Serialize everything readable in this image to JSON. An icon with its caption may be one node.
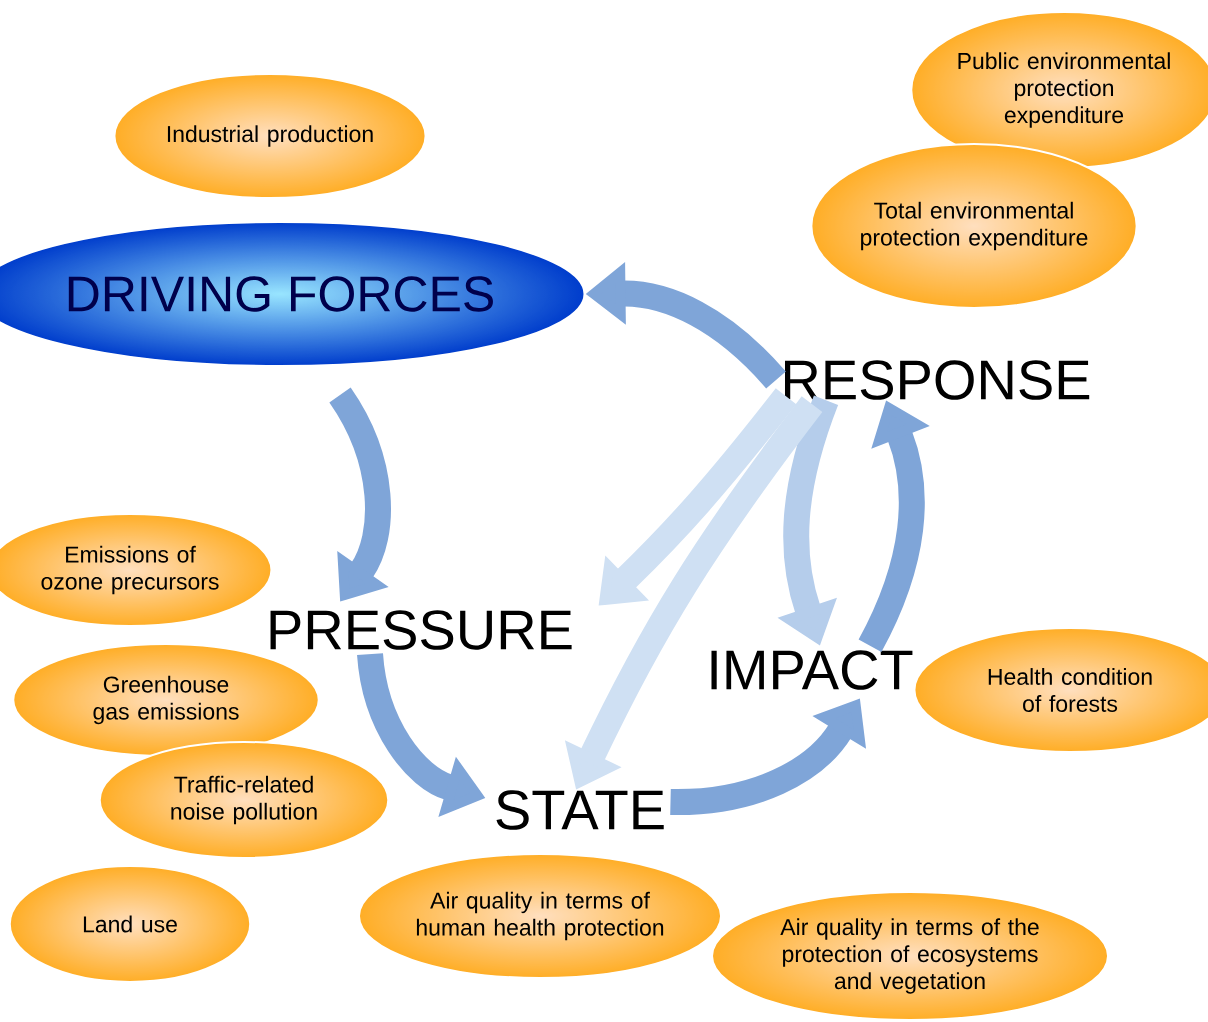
{
  "diagram": {
    "nodes": [
      {
        "text": [
          "Industrial production"
        ]
      },
      {
        "text": [
          "DRIVING FORCES"
        ]
      },
      {
        "text": [
          "Public environmental protection expenditure"
        ]
      },
      {
        "text": [
          "Total environmental protection expenditure"
        ]
      },
      {
        "text": [
          "RESPONSE"
        ]
      },
      {
        "text": [
          "Emissions of ozone precursors"
        ]
      },
      {
        "text": [
          "PRESSURE"
        ]
      },
      {
        "text": [
          "Greenhouse gas emissions"
        ]
      },
      {
        "text": [
          "IMPACT"
        ]
      },
      {
        "text": [
          "Health condition of forests"
        ]
      },
      {
        "text": [
          "Traffic-related noise pollution"
        ]
      },
      {
        "text": [
          "STATE"
        ]
      },
      {
        "text": [
          "Land use"
        ]
      },
      {
        "text": [
          "Air quality in terms of human health protection"
        ]
      },
      {
        "text": [
          "Air quality in terms of the protection of ecosystems and vegetation"
        ]
      }
    ],
    "edges": [
      {
        "from": 4,
        "to": 1,
        "arrow": "to"
      },
      {
        "from": 1,
        "to": 6,
        "arrow": "to"
      },
      {
        "from": 6,
        "to": 11,
        "arrow": "to"
      },
      {
        "from": 11,
        "to": 8,
        "arrow": "to"
      },
      {
        "from": 8,
        "to": 4,
        "arrow": "to"
      },
      {
        "from": 4,
        "to": 8,
        "arrow": "to",
        "color": "#b5cdeb"
      },
      {
        "from": 4,
        "to": 6,
        "arrow": "to",
        "color": "#cfe0f3"
      },
      {
        "from": 4,
        "to": 11,
        "arrow": "to",
        "color": "#cfe0f3"
      }
    ]
  }
}
